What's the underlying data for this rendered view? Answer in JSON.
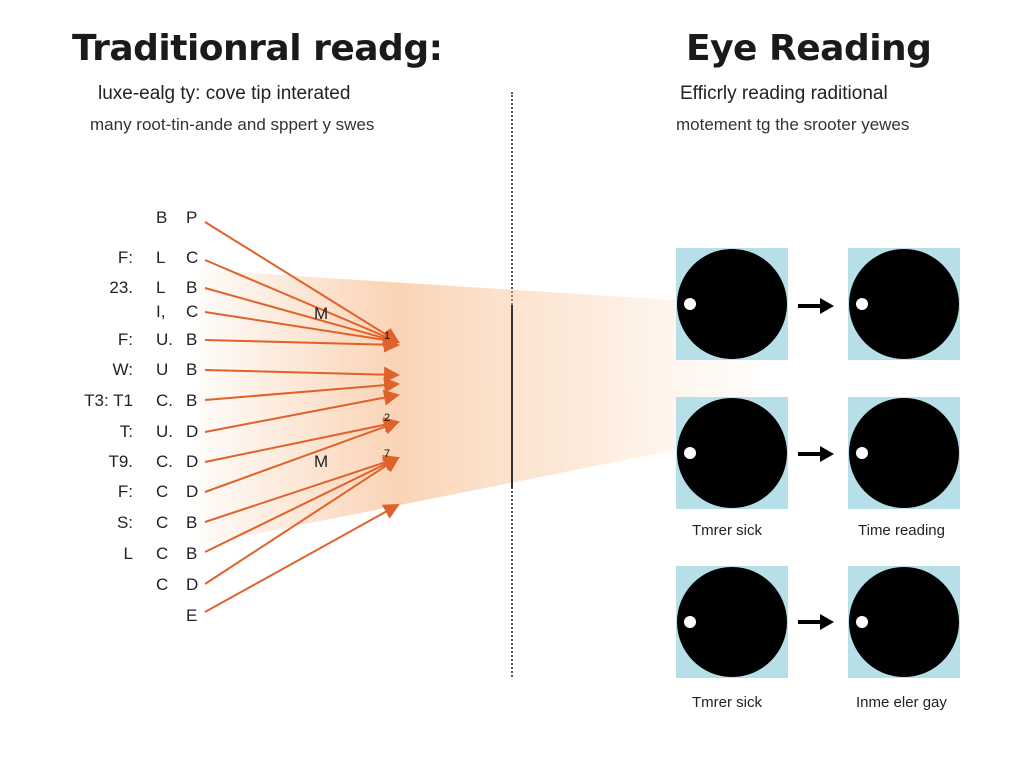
{
  "left": {
    "title": "Traditionral readg:",
    "subtitle": "luxe-ealg ty: cove tip interated",
    "caption": "many root-tin-ande and sppert y swes",
    "rows": [
      {
        "c1": "",
        "c2": "B",
        "c3": "P"
      },
      {
        "c1": "F:",
        "c2": "L",
        "c3": "C"
      },
      {
        "c1": "23.",
        "c2": "L",
        "c3": "B"
      },
      {
        "c1": "",
        "c2": "I,",
        "c3": "C"
      },
      {
        "c1": "F:",
        "c2": "U.",
        "c3": "B"
      },
      {
        "c1": "W:",
        "c2": "U",
        "c3": "B"
      },
      {
        "c1": "T3:  T1",
        "c2": "C.",
        "c3": "B"
      },
      {
        "c1": "T:",
        "c2": "U.",
        "c3": "D"
      },
      {
        "c1": "T9.",
        "c2": "C.",
        "c3": "D"
      },
      {
        "c1": "F:",
        "c2": "C",
        "c3": "D"
      },
      {
        "c1": "S:",
        "c2": "C",
        "c3": "B"
      },
      {
        "c1": "L",
        "c2": "C",
        "c3": "B"
      },
      {
        "c1": "",
        "c2": "C",
        "c3": "D"
      },
      {
        "c1": "",
        "c2": "",
        "c3": "E"
      }
    ],
    "annotations": {
      "m1": "M",
      "m2": "M",
      "n1": "1",
      "n2": "2",
      "n3": "7"
    }
  },
  "right": {
    "title": "Eye Reading",
    "subtitle": "Efficrly reading raditional",
    "caption": "motement tg the srooter yewes",
    "labels": {
      "row2_left": "Tmrer sick",
      "row2_right": "Time reading",
      "row3_left": "Tmrer sick",
      "row3_right": "Inme eler gay"
    }
  },
  "colors": {
    "arrow": "#e0622a",
    "beam": "#f6b07a",
    "panel": "#b7dfe8",
    "eye": "#000000",
    "divider": "#555555"
  }
}
